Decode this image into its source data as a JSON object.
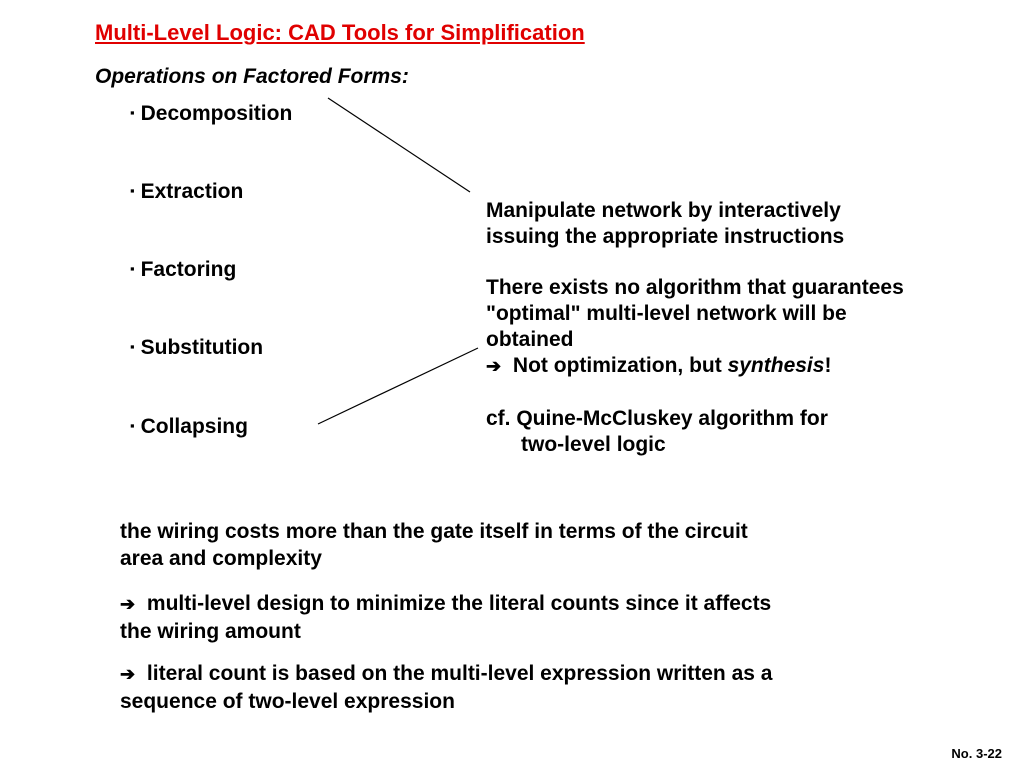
{
  "title": "Multi-Level Logic: CAD Tools for Simplification",
  "subtitle": "Operations on Factored Forms:",
  "bullet_mark": "▪",
  "operations": [
    "Decomposition",
    "Extraction",
    "Factoring",
    "Substitution",
    "Collapsing"
  ],
  "right": {
    "para1": [
      "Manipulate network by interactively",
      "issuing the appropriate instructions"
    ],
    "para2": [
      "There exists no algorithm that guarantees",
      "\"optimal\" multi-level network will be",
      "obtained"
    ],
    "arrow_prefix": " Not optimization, but ",
    "arrow_emphasis": "synthesis",
    "arrow_suffix": "!",
    "cf": [
      "cf. Quine-McCluskey algorithm for",
      "two-level logic"
    ]
  },
  "bottom": {
    "p1": [
      "the wiring costs more than the gate itself in terms of the circuit",
      "area and complexity"
    ],
    "p2": [
      " multi-level design to minimize the literal counts since it affects",
      "the wiring amount"
    ],
    "p3": [
      " literal count is based on the multi-level expression written as a",
      "sequence of two-level expression"
    ]
  },
  "arrow_icon": "right-arrow-icon",
  "page_number": "No. 3-22",
  "colors": {
    "title": "#e00000",
    "text": "#000000"
  }
}
